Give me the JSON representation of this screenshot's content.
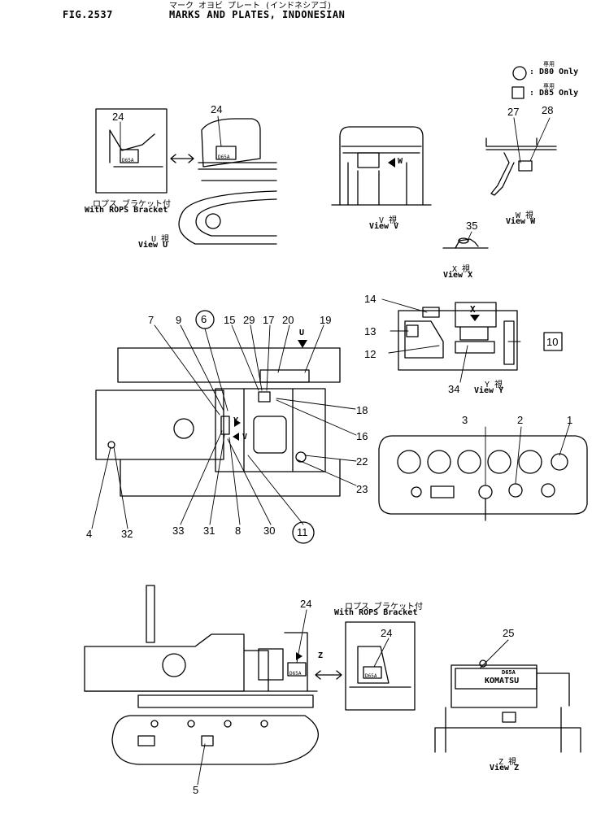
{
  "header": {
    "fig": "FIG.2537",
    "title_jp": "マーク オヨビ プレート (インドネシアゴ)",
    "title": "MARKS AND PLATES, INDONESIAN"
  },
  "legend": {
    "circle_jp": "専用",
    "circle_label": ": D80 Only",
    "square_jp": "専用",
    "square_label": ": D85 Only"
  },
  "views": {
    "rops_jp_1": "ロプス ブラケット付",
    "rops_1": "With ROPS Bracket",
    "u_jp": "U 視",
    "u": "View  U",
    "v_jp": "V 視",
    "v": "View  V",
    "w_jp": "W 視",
    "w": "View  W",
    "x_jp": "X 視",
    "x": "View  X",
    "y_jp": "Y 視",
    "y": "View  Y",
    "rops_jp_2": "ロプス ブラケット付",
    "rops_2": "With ROPS Bracket",
    "z_jp": "Z 視",
    "z": "View  Z"
  },
  "plates": {
    "d65a": "D65A",
    "komatsu": "KOMATSU"
  },
  "arrows": {
    "w": "W",
    "v": "V",
    "u": "U",
    "x": "X",
    "y": "Y",
    "z": "Z"
  },
  "callouts": {
    "c1": "1",
    "c2": "2",
    "c3": "3",
    "c4": "4",
    "c5": "5",
    "c6": "6",
    "c7": "7",
    "c8": "8",
    "c9": "9",
    "c10": "10",
    "c11": "11",
    "c12": "12",
    "c13": "13",
    "c14": "14",
    "c15": "15",
    "c16": "16",
    "c17": "17",
    "c18": "18",
    "c19": "19",
    "c20": "20",
    "c22": "22",
    "c23": "23",
    "c24a": "24",
    "c24b": "24",
    "c24c": "24",
    "c24d": "24",
    "c25": "25",
    "c27": "27",
    "c28": "28",
    "c29": "29",
    "c30": "30",
    "c31": "31",
    "c32": "32",
    "c33": "33",
    "c34": "34",
    "c35": "35"
  }
}
